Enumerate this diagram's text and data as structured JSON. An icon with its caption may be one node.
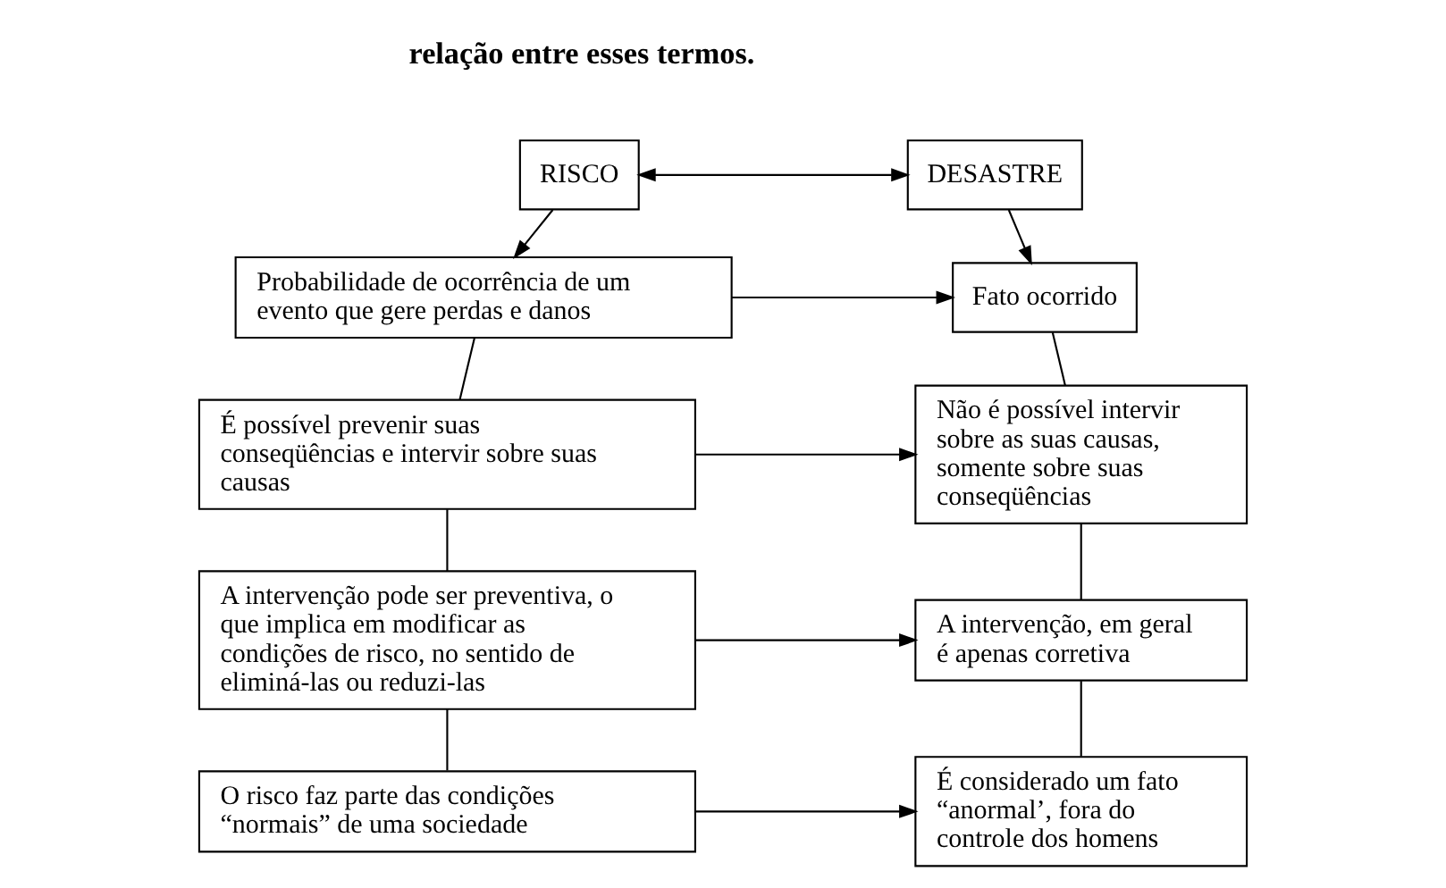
{
  "diagram": {
    "nodes": [
      {
        "text": [
          "RISCO"
        ]
      },
      {
        "text": [
          "DESASTRE"
        ]
      },
      {
        "text": [
          "Probabilidade de ocorrência de um evento que gere perdas e danos"
        ]
      },
      {
        "text": [
          "Fato ocorrido"
        ]
      },
      {
        "text": [
          "É possível prevenir suas conseqüências e intervir sobre suas causas"
        ]
      },
      {
        "text": [
          "Não é possível intervir sobre as suas causas, somente sobre suas conseqüências"
        ]
      },
      {
        "text": [
          "A intervenção pode ser preventiva, o que implica em modificar as condições de risco, no sentido de eliminá-las ou reduzi-las"
        ]
      },
      {
        "text": [
          "A intervenção, em geral é apenas corretiva"
        ]
      },
      {
        "text": [
          "O risco faz parte das condições “normais” de uma sociedade"
        ]
      },
      {
        "text": [
          "É considerado um fato “anormal’, fora do controle dos homens"
        ]
      }
    ],
    "edges": [
      {
        "from": 0,
        "to": 1,
        "arrow": "both"
      },
      {
        "from": 0,
        "to": 2,
        "arrow": "to"
      },
      {
        "from": 1,
        "to": 3,
        "arrow": "to"
      },
      {
        "from": 2,
        "to": 3,
        "arrow": "to"
      },
      {
        "from": 2,
        "to": 4,
        "arrow": "none"
      },
      {
        "from": 3,
        "to": 5,
        "arrow": "none"
      },
      {
        "from": 4,
        "to": 5,
        "arrow": "to"
      },
      {
        "from": 4,
        "to": 6,
        "arrow": "none"
      },
      {
        "from": 5,
        "to": 7,
        "arrow": "none"
      },
      {
        "from": 6,
        "to": 7,
        "arrow": "to"
      },
      {
        "from": 6,
        "to": 8,
        "arrow": "none"
      },
      {
        "from": 7,
        "to": 9,
        "arrow": "none"
      },
      {
        "from": 8,
        "to": 9,
        "arrow": "to"
      }
    ],
    "labels": [
      "relação entre esses termos."
    ]
  }
}
